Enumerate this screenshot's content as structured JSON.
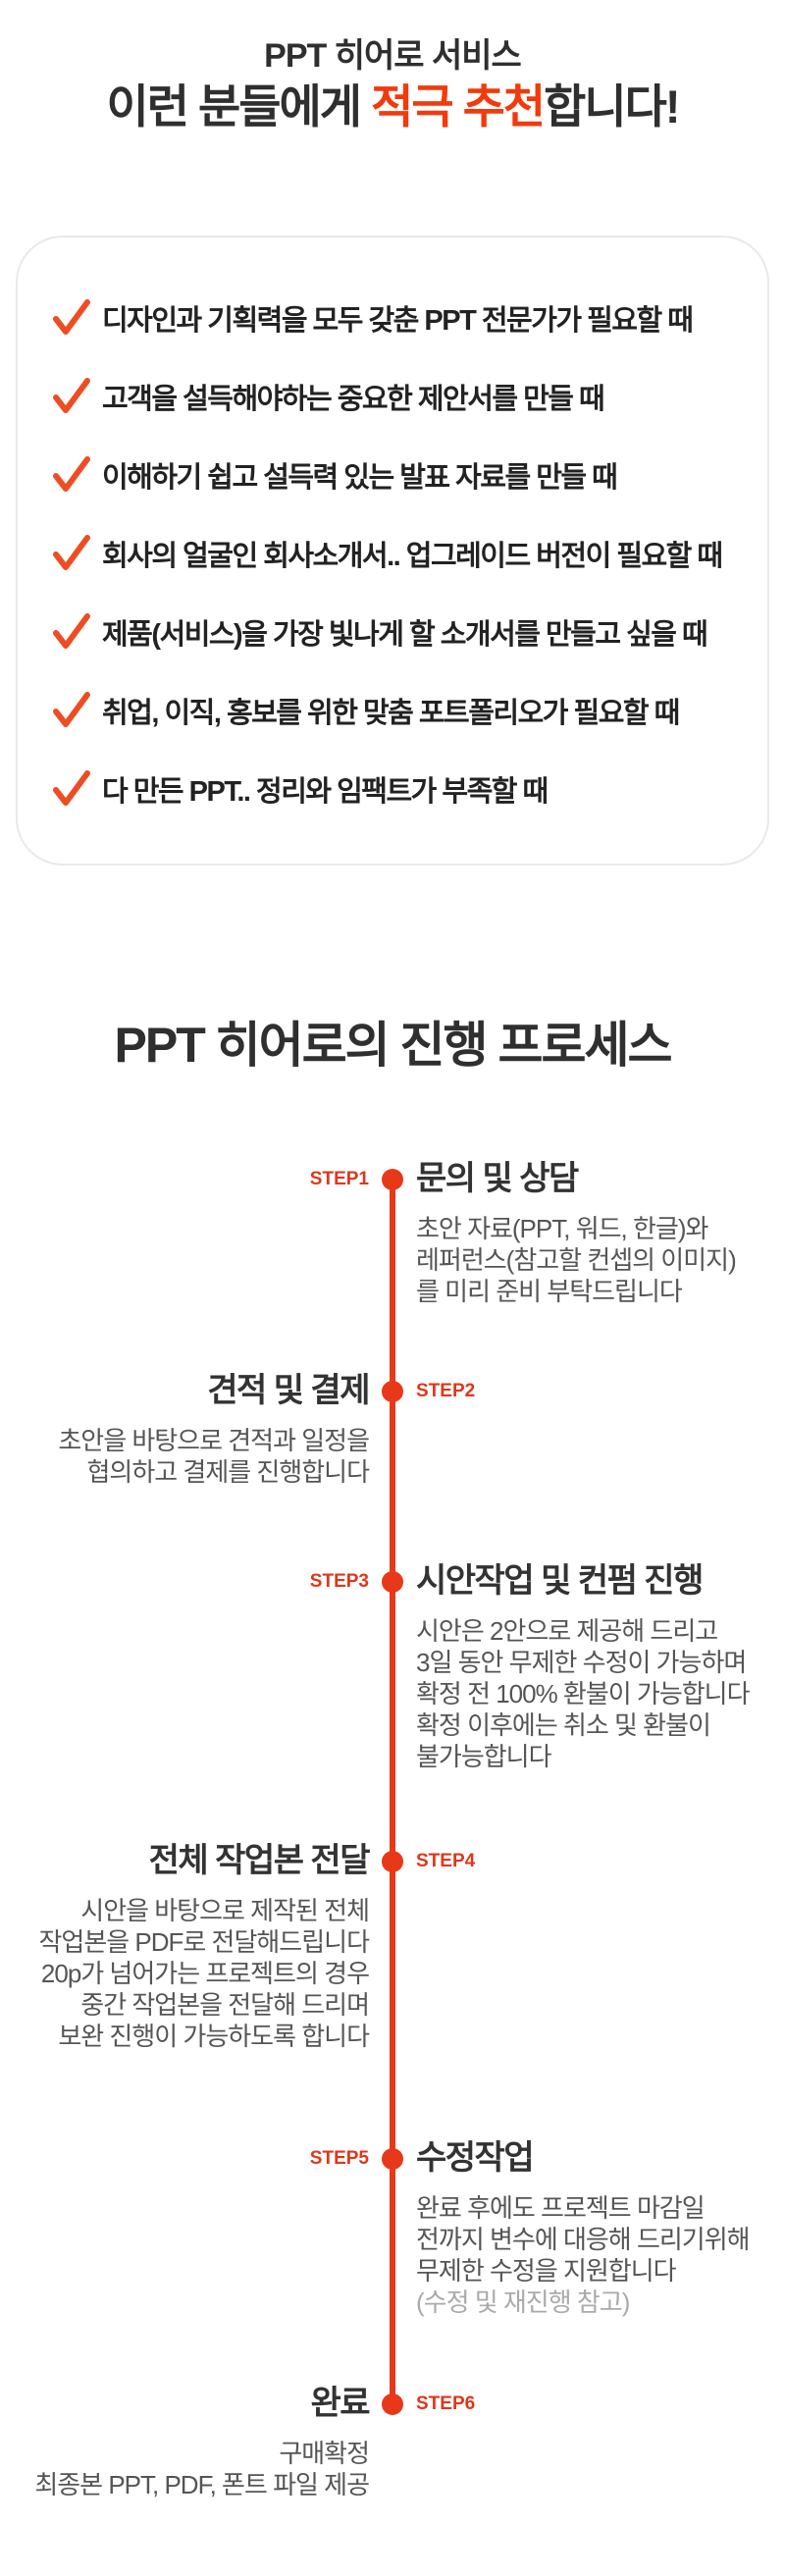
{
  "header": {
    "title_line1": "PPT 히어로 서비스",
    "title_line2_prefix": "이런 분들에게 ",
    "title_line2_highlight": "적극 추천",
    "title_line2_suffix": "합니다!"
  },
  "checklist": {
    "items": [
      "디자인과 기획력을 모두 갖춘 PPT 전문가가 필요할 때",
      "고객을 설득해야하는 중요한 제안서를 만들 때",
      "이해하기 쉽고 설득력 있는 발표 자료를 만들 때",
      "회사의 얼굴인 회사소개서.. 업그레이드 버전이 필요할 때",
      "제품(서비스)을 가장 빛나게 할 소개서를 만들고 싶을 때",
      "취업, 이직, 홍보를 위한 맞춤 포트폴리오가 필요할 때",
      "다 만든 PPT.. 정리와 임팩트가 부족할 때"
    ]
  },
  "process": {
    "title": "PPT 히어로의 진행 프로세스",
    "steps": [
      {
        "label": "STEP1",
        "title": "문의 및 상담",
        "lines": [
          "초안 자료(PPT, 워드, 한글)와",
          "레퍼런스(참고할 컨셉의 이미지)",
          "를 미리 준비 부탁드립니다"
        ]
      },
      {
        "label": "STEP2",
        "title": "견적 및 결제",
        "lines": [
          "초안을 바탕으로 견적과 일정을",
          "협의하고 결제를 진행합니다"
        ]
      },
      {
        "label": "STEP3",
        "title": "시안작업 및 컨펌 진행",
        "lines": [
          "시안은 2안으로 제공해 드리고",
          "3일 동안 무제한 수정이 가능하며",
          "확정 전 100% 환불이 가능합니다",
          "확정 이후에는 취소 및 환불이",
          "불가능합니다"
        ]
      },
      {
        "label": "STEP4",
        "title": "전체 작업본 전달",
        "lines": [
          "시안을 바탕으로 제작된 전체",
          "작업본을 PDF로 전달해드립니다",
          "20p가 넘어가는 프로젝트의 경우",
          "중간 작업본을 전달해 드리며",
          "보완 진행이 가능하도록 합니다"
        ]
      },
      {
        "label": "STEP5",
        "title": "수정작업",
        "lines": [
          "완료 후에도 프로젝트 마감일",
          "전까지 변수에 대응해 드리기위해",
          "무제한 수정을 지원합니다"
        ],
        "note": "(수정 및 재진행 참고)"
      },
      {
        "label": "STEP6",
        "title": "완료",
        "lines": [
          "구매확정",
          "최종본 PPT, PDF, 폰트 파일 제공"
        ]
      }
    ]
  },
  "colors": {
    "accent_red": "#e8381a",
    "highlight_red": "#f23a0c",
    "check_orange": "#ee4d23",
    "dark_text": "#2f2f2f",
    "body_text": "#555555",
    "muted_text": "#aaaaaa",
    "card_border": "#e9e9e9"
  }
}
